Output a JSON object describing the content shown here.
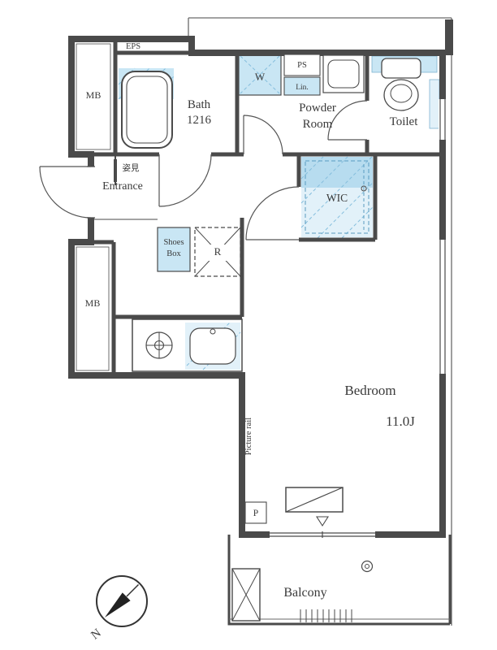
{
  "plan": {
    "title": "apartment-floor-plan",
    "labels": {
      "eps": "EPS",
      "mb_upper": "MB",
      "bath_name": "Bath",
      "bath_size": "1216",
      "washer": "W",
      "ps": "PS",
      "linen": "Lin.",
      "powder_line1": "Powder",
      "powder_line2": "Room",
      "toilet": "Toilet",
      "wic": "WIC",
      "mirror": "姿見",
      "entrance": "Entrance",
      "shoes_line1": "Shoes",
      "shoes_line2": "Box",
      "fridge": "R",
      "mb_lower": "MB",
      "bedroom_name": "Bedroom",
      "bedroom_size": "11.0J",
      "picture_rail": "Picture rail",
      "pipe": "P",
      "balcony": "Balcony",
      "compass_north": "N"
    },
    "colors": {
      "wall": "#4a4a4a",
      "water_fill": "#c9e6f4",
      "water_fill_deep": "#b7dcef",
      "water_fill_pale": "#e2f1f9",
      "hatch_line": "#85bedd",
      "text": "#3a3a3a"
    }
  }
}
